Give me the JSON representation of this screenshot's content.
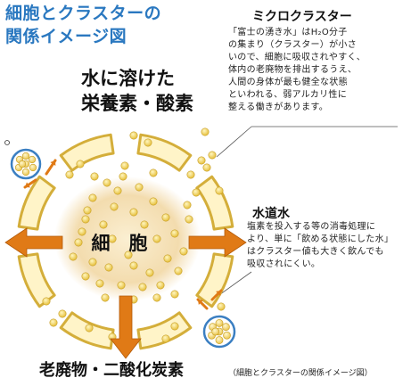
{
  "title": {
    "line1": "細胞とクラスターの",
    "line2": "関係イメージ図"
  },
  "nutrients": {
    "line1": "水に溶けた",
    "line2": "栄養素・酸素"
  },
  "cell_label": "細　胞",
  "waste_label": "老廃物・二酸化炭素",
  "micro_cluster": {
    "heading": "ミクロクラスター",
    "lines": [
      "「富士の湧き水」はH₂O分子",
      "の集まり（クラスター）が小さ",
      "いので、細胞に吸収されやすく、",
      "体内の老廃物を排出するうえ、",
      "人間の身体が最も健全な状態",
      "といわれる、弱アルカリ性に",
      "整える働きがあります。"
    ]
  },
  "tap_water": {
    "heading": "水道水",
    "lines": [
      "塩素を投入する等の消毒処理に",
      "より、単に「飲める状態にした水」",
      "はクラスター値も大きく飲んでも",
      "吸収されにくい。"
    ]
  },
  "caption": "（細胞とクラスターの関係イメージ図）",
  "colors": {
    "title": "#2a78c0",
    "membrane_fill": "#fff4c8",
    "membrane_stroke": "#d4ae3a",
    "arrow": "#e07a16",
    "molecule": "#f1d15a",
    "cluster_ring": "#3b7fc2",
    "nucleus": "#f4deb0"
  }
}
